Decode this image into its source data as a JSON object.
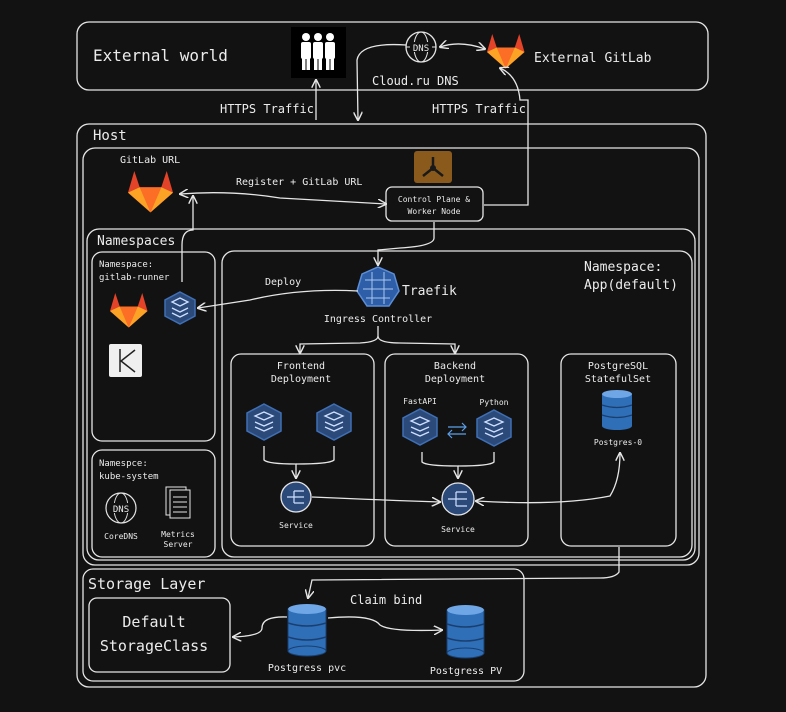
{
  "external": {
    "title": "External world",
    "dns_label": "Cloud.ru DNS",
    "dns_icon_text": "DNS",
    "gitlab_label": "External GitLab",
    "https_left": "HTTPS Traffic",
    "https_right": "HTTPS Traffic"
  },
  "host": {
    "title": "Host",
    "gitlab_url": "GitLab URL",
    "register_label": "Register + GitLab URL",
    "control_plane": [
      "Control Plane &",
      "Worker Node"
    ]
  },
  "namespaces": {
    "title": "Namespaces",
    "runner": [
      "Namespace:",
      "gitlab-runner"
    ],
    "kube_system": [
      "Namespce:",
      "kube-system"
    ],
    "coredns_icon_text": "DNS",
    "coredns": "CoreDNS",
    "metrics": [
      "Metrics",
      "Server"
    ]
  },
  "app": {
    "title": [
      "Namespace:",
      "App(default)"
    ],
    "deploy": "Deploy",
    "traefik": "Traefik",
    "ingress": "Ingress Controller",
    "frontend": [
      "Frontend",
      "Deployment"
    ],
    "backend": [
      "Backend",
      "Deployment"
    ],
    "fastapi": "FastAPI",
    "python": "Python",
    "service_front": "Service",
    "service_back": "Service",
    "postgres_ss": [
      "PostgreSQL",
      "StatefulSet"
    ],
    "postgres0": "Postgres-0"
  },
  "storage": {
    "title": "Storage Layer",
    "default_sc": [
      "Default",
      "StorageClass"
    ],
    "claim_bind": "Claim bind",
    "pvc": "Postgress pvc",
    "pv": "Postgress PV"
  },
  "colors": {
    "background": "#121212",
    "stroke": "#e6e6e6",
    "gitlab_orange": "#e24329",
    "k8s_blue": "#3f6fb5",
    "db_blue": "#2f6fb8",
    "grafana_brown": "#8a5a1c"
  }
}
